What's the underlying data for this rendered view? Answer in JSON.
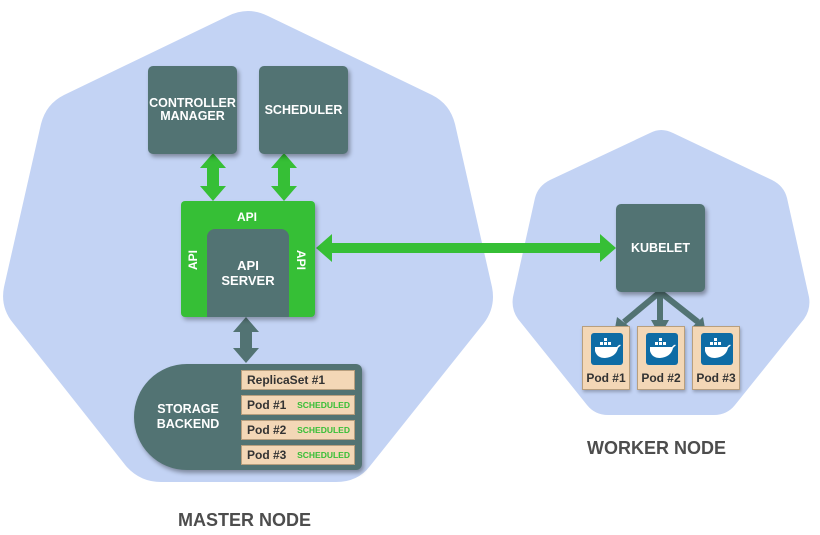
{
  "colors": {
    "node_fill": "#c3d3f4",
    "component": "#527373",
    "api_green": "#36bf36",
    "item_fill": "#f3d7b6",
    "docker_blue": "#0e6ca5"
  },
  "master": {
    "title": "MASTER NODE",
    "controller_manager": "CONTROLLER MANAGER",
    "scheduler": "SCHEDULER",
    "api_top": "API",
    "api_left": "API",
    "api_right": "API",
    "api_server": "API SERVER",
    "storage": {
      "label": "STORAGE BACKEND",
      "items": [
        {
          "label": "ReplicaSet #1",
          "status": ""
        },
        {
          "label": "Pod #1",
          "status": "SCHEDULED"
        },
        {
          "label": "Pod #2",
          "status": "SCHEDULED"
        },
        {
          "label": "Pod #3",
          "status": "SCHEDULED"
        }
      ]
    }
  },
  "worker": {
    "title": "WORKER NODE",
    "kubelet": "KUBELET",
    "pods": [
      {
        "label": "Pod #1",
        "icon": "docker-icon"
      },
      {
        "label": "Pod #2",
        "icon": "docker-icon"
      },
      {
        "label": "Pod #3",
        "icon": "docker-icon"
      }
    ]
  }
}
